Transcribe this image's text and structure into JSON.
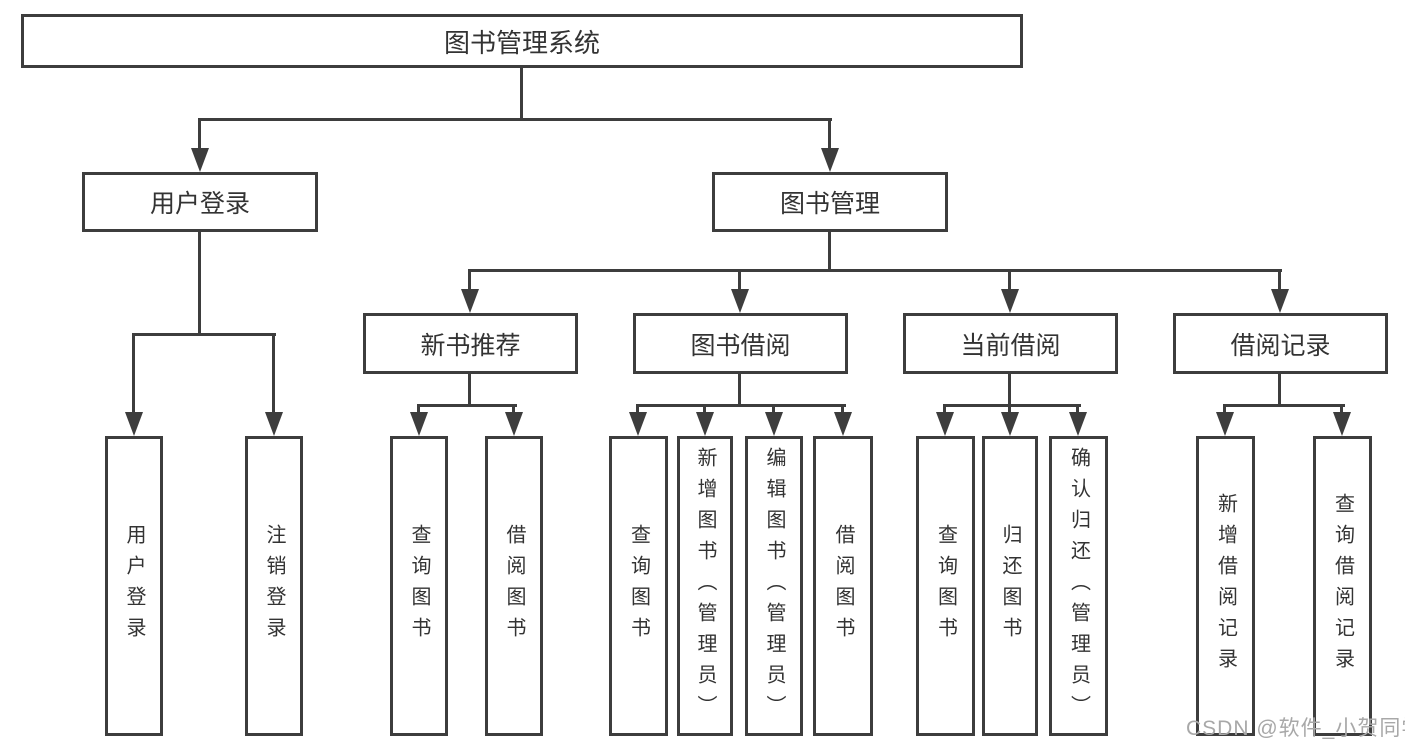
{
  "root": {
    "label": "图书管理系统"
  },
  "branches": [
    {
      "label": "用户登录",
      "children": [
        {
          "label": "用户登录"
        },
        {
          "label": "注销登录"
        }
      ]
    },
    {
      "label": "图书管理",
      "children": [
        {
          "label": "新书推荐",
          "children": [
            {
              "label": "查询图书"
            },
            {
              "label": "借阅图书"
            }
          ]
        },
        {
          "label": "图书借阅",
          "children": [
            {
              "label": "查询图书"
            },
            {
              "label": "新增图书（管理员）"
            },
            {
              "label": "编辑图书（管理员）"
            },
            {
              "label": "借阅图书"
            }
          ]
        },
        {
          "label": "当前借阅",
          "children": [
            {
              "label": "查询图书"
            },
            {
              "label": "归还图书"
            },
            {
              "label": "确认归还（管理员）"
            }
          ]
        },
        {
          "label": "借阅记录",
          "children": [
            {
              "label": "新增借阅记录"
            },
            {
              "label": "查询借阅记录"
            }
          ]
        }
      ]
    }
  ],
  "watermark": "CSDN @软件_小贺同学",
  "colors": {
    "line": "#3d3d3d",
    "text": "#333333",
    "watermark": "#a8a8a8",
    "background": "#ffffff"
  }
}
